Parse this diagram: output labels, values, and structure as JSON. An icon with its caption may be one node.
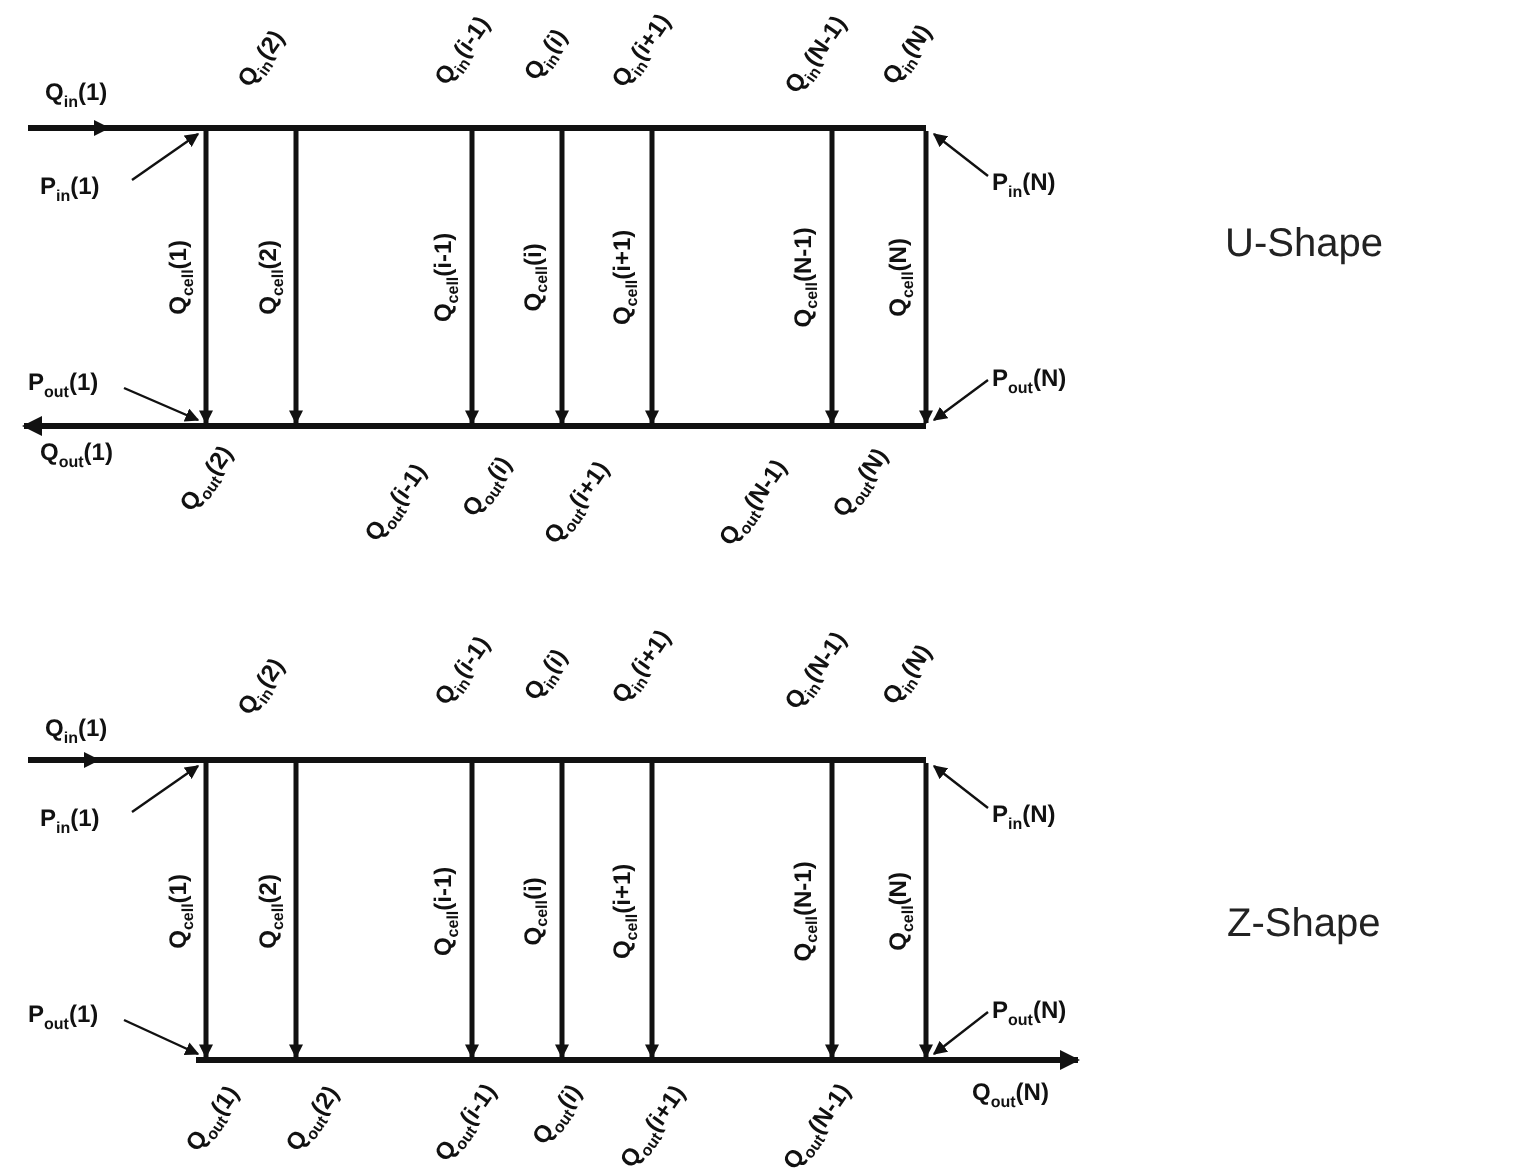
{
  "diagram": {
    "nodes": [
      {
        "text": [],
        "shape": "bar"
      },
      {
        "text": [],
        "shape": "bar"
      },
      {
        "text": [
          "P$_{in}$(1)"
        ]
      },
      {
        "text": [
          "P$_{out}$(1)"
        ]
      },
      {
        "text": [
          "P$_{in}$(N)"
        ]
      },
      {
        "text": [
          "P$_{out}$(N)"
        ]
      },
      {
        "text": [],
        "shape": "bar"
      },
      {
        "text": [],
        "shape": "bar"
      },
      {
        "text": [
          "P$_{in}$(1)"
        ]
      },
      {
        "text": [
          "P$_{out}$(1)"
        ]
      },
      {
        "text": [
          "P$_{in}$(N)"
        ]
      },
      {
        "text": [
          "P$_{out}$(N)"
        ]
      }
    ],
    "edges": [
      {
        "from": 0,
        "to": 1,
        "arrow": "to",
        "label": "Q$_{cell}$(1)"
      },
      {
        "from": 0,
        "to": 1,
        "arrow": "to",
        "label": "Q$_{cell}$(2)"
      },
      {
        "from": 0,
        "to": 1,
        "arrow": "to",
        "label": "Q$_{cell}$(i-1)"
      },
      {
        "from": 0,
        "to": 1,
        "arrow": "to",
        "label": "Q$_{cell}$(i)"
      },
      {
        "from": 0,
        "to": 1,
        "arrow": "to",
        "label": "Q$_{cell}$(i+1)"
      },
      {
        "from": 0,
        "to": 1,
        "arrow": "to",
        "label": "Q$_{cell}$(N-1)"
      },
      {
        "from": 0,
        "to": 1,
        "arrow": "to",
        "label": "Q$_{cell}$(N)"
      },
      {
        "from": 2,
        "to": 0,
        "arrow": "to"
      },
      {
        "from": 3,
        "to": 1,
        "arrow": "to"
      },
      {
        "from": 4,
        "to": 0,
        "arrow": "to"
      },
      {
        "from": 5,
        "to": 1,
        "arrow": "to"
      },
      {
        "from": 6,
        "to": 7,
        "arrow": "to",
        "label": "Q$_{cell}$(1)"
      },
      {
        "from": 6,
        "to": 7,
        "arrow": "to",
        "label": "Q$_{cell}$(2)"
      },
      {
        "from": 6,
        "to": 7,
        "arrow": "to",
        "label": "Q$_{cell}$(i-1)"
      },
      {
        "from": 6,
        "to": 7,
        "arrow": "to",
        "label": "Q$_{cell}$(i)"
      },
      {
        "from": 6,
        "to": 7,
        "arrow": "to",
        "label": "Q$_{cell}$(i+1)"
      },
      {
        "from": 6,
        "to": 7,
        "arrow": "to",
        "label": "Q$_{cell}$(N-1)"
      },
      {
        "from": 6,
        "to": 7,
        "arrow": "to",
        "label": "Q$_{cell}$(N)"
      },
      {
        "from": 8,
        "to": 6,
        "arrow": "to"
      },
      {
        "from": 9,
        "to": 7,
        "arrow": "to"
      },
      {
        "from": 10,
        "to": 6,
        "arrow": "to"
      },
      {
        "from": 11,
        "to": 7,
        "arrow": "to"
      }
    ],
    "labels": [
      "Q$_{in}$(1)",
      "Q$_{in}$(2)",
      "Q$_{in}$(i-1)",
      "Q$_{in}$(i)",
      "Q$_{in}$(i+1)",
      "Q$_{in}$(N-1)",
      "Q$_{in}$(N)",
      "U-Shape",
      "Q$_{out}$(1)",
      "Q$_{out}$(2)",
      "Q$_{out}$(i-1)",
      "Q$_{out}$(i)",
      "Q$_{out}$(i+1)",
      "Q$_{out}$(N-1)",
      "Q$_{out}$(N)",
      "Q$_{in}$(1)",
      "Q$_{in}$(2)",
      "Q$_{in}$(i-1)",
      "Q$_{in}$(i)",
      "Q$_{in}$(i+1)",
      "Q$_{in}$(N-1)",
      "Q$_{in}$(N)",
      "Z-Shape",
      "Q$_{out}$(1)",
      "Q$_{out}$(2)",
      "Q$_{out}$(i-1)",
      "Q$_{out}$(i)",
      "Q$_{out}$(i+1)",
      "Q$_{out}$(N-1)",
      "Q$_{out}$(N)"
    ]
  }
}
